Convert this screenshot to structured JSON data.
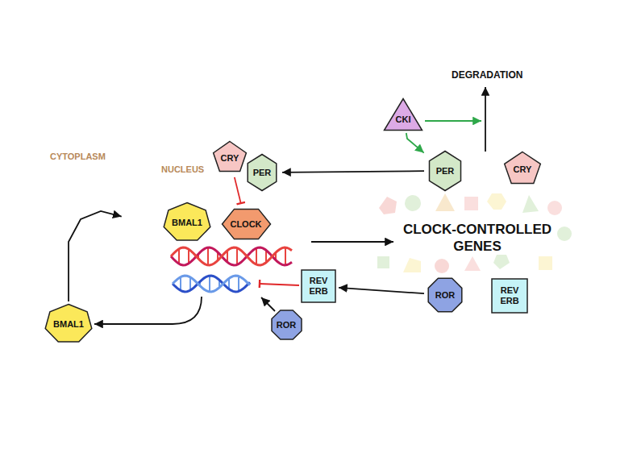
{
  "diagram": {
    "nodes": [
      {
        "text": [
          "CYTOPLASM"
        ]
      },
      {
        "text": [
          "NUCLEUS"
        ],
        "in": 0
      },
      {
        "text": [
          "CRY"
        ],
        "in": 1
      },
      {
        "text": [
          "PER"
        ],
        "in": 1
      },
      {
        "text": [
          "BMAL1"
        ],
        "in": 1
      },
      {
        "text": [
          "CLOCK"
        ],
        "in": 1
      },
      {
        "text": [
          "REV ERB"
        ],
        "in": 1
      },
      {
        "text": [
          "ROR"
        ],
        "in": 1
      },
      {
        "text": [
          "BMAL1"
        ],
        "in": 0
      },
      {
        "text": [
          "CKI"
        ],
        "in": 0
      },
      {
        "text": [
          "PER"
        ],
        "in": 0
      },
      {
        "text": [
          "CRY"
        ],
        "in": 0
      },
      {
        "text": [
          "ROR"
        ],
        "in": 0
      },
      {
        "text": [
          "REV ERB"
        ],
        "in": 0
      }
    ],
    "edges": [
      {
        "from": 9,
        "to": 10,
        "arrow": "to"
      },
      {
        "from": 10,
        "to": 3,
        "arrow": "to"
      },
      {
        "from": 2,
        "to": 5,
        "arrow": "to"
      },
      {
        "from": 12,
        "to": 6,
        "arrow": "to"
      },
      {
        "from": 8,
        "to": 1,
        "arrow": "to"
      }
    ],
    "labels": [
      "DEGRADATION",
      "CLOCK-CONTROLLED GENES"
    ]
  }
}
